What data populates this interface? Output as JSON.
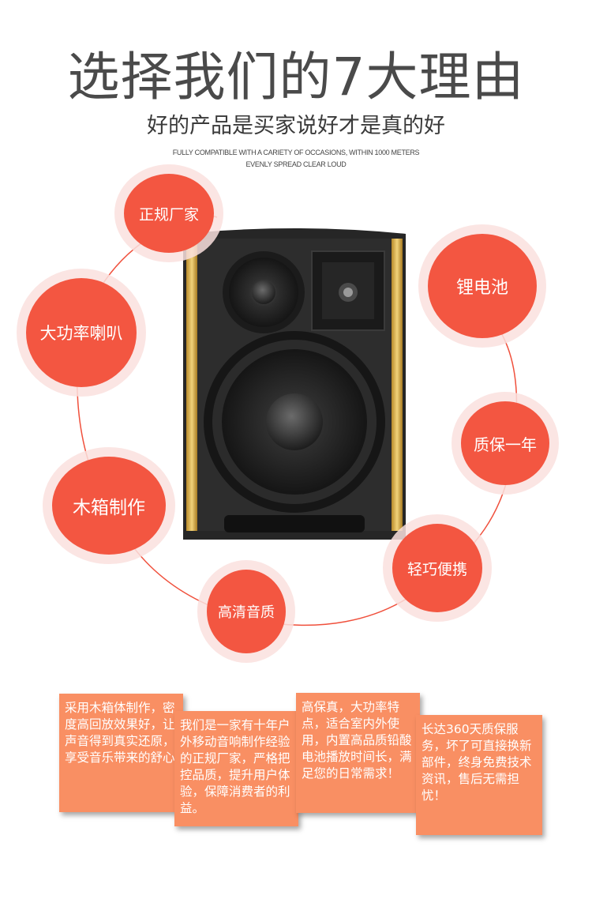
{
  "header": {
    "title": "选择我们的7大理由",
    "subtitle": "好的产品是买家说好才是真的好",
    "english_line1": "FULLY COMPATIBLE WITH A CARIETY OF OCCASIONS, WITHIN 1000 METERS",
    "english_line2": "EVENLY SPREAD CLEAR LOUD"
  },
  "features": [
    {
      "label": "正规厂家"
    },
    {
      "label": "锂电池"
    },
    {
      "label": "大功率喇叭"
    },
    {
      "label": "质保一年"
    },
    {
      "label": "木箱制作"
    },
    {
      "label": "轻巧便携"
    },
    {
      "label": "高清音质"
    }
  ],
  "cards": [
    {
      "text": "采用木箱体制作，密度高回放效果好，让声音得到真实还原，享受音乐带来的舒心"
    },
    {
      "text": "我们是一家有十年户外移动音响制作经验的正规厂家，严格把控品质，提升用户体验，保障消费者的利益。"
    },
    {
      "text": "高保真，大功率特点，适合室内外使用，内置高品质铅酸电池播放时间长，满足您的日常需求！"
    },
    {
      "text": "长达360天质保服务，坏了可直接换新部件，终身免费技术资讯，售后无需担忧！"
    }
  ],
  "colors": {
    "feature_red": "#f35641",
    "card_orange": "#f98f63",
    "ring_line": "#f0503c"
  },
  "icons": {
    "product_image": "speaker-cabinet-image"
  }
}
